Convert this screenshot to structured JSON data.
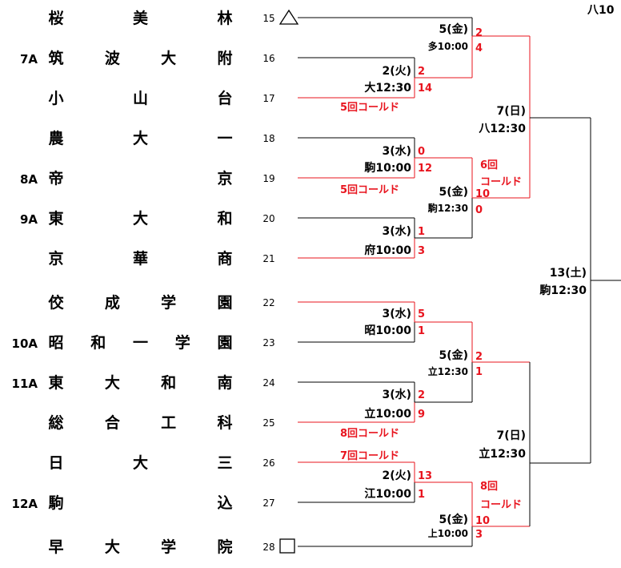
{
  "header": {
    "partial_title": "八10"
  },
  "teams": [
    {
      "seed": "",
      "chars": [
        "桜",
        "美",
        "林"
      ],
      "num": "15",
      "marker": "triangle"
    },
    {
      "seed": "7A",
      "chars": [
        "筑",
        "波",
        "大",
        "附"
      ],
      "num": "16",
      "marker": ""
    },
    {
      "seed": "",
      "chars": [
        "小",
        "山",
        "台"
      ],
      "num": "17",
      "marker": ""
    },
    {
      "seed": "",
      "chars": [
        "農",
        "大",
        "一"
      ],
      "num": "18",
      "marker": ""
    },
    {
      "seed": "8A",
      "chars": [
        "帝",
        "京"
      ],
      "num": "19",
      "marker": ""
    },
    {
      "seed": "9A",
      "chars": [
        "東",
        "大",
        "和"
      ],
      "num": "20",
      "marker": ""
    },
    {
      "seed": "",
      "chars": [
        "京",
        "華",
        "商"
      ],
      "num": "21",
      "marker": ""
    },
    {
      "seed": "",
      "chars": [
        "佼",
        "成",
        "学",
        "園"
      ],
      "num": "22",
      "marker": ""
    },
    {
      "seed": "10A",
      "chars": [
        "昭",
        "和",
        "一",
        "学",
        "園"
      ],
      "num": "23",
      "marker": ""
    },
    {
      "seed": "11A",
      "chars": [
        "東",
        "大",
        "和",
        "南"
      ],
      "num": "24",
      "marker": ""
    },
    {
      "seed": "",
      "chars": [
        "総",
        "合",
        "工",
        "科"
      ],
      "num": "25",
      "marker": ""
    },
    {
      "seed": "",
      "chars": [
        "日",
        "大",
        "三"
      ],
      "num": "26",
      "marker": ""
    },
    {
      "seed": "12A",
      "chars": [
        "駒",
        "込"
      ],
      "num": "27",
      "marker": ""
    },
    {
      "seed": "",
      "chars": [
        "早",
        "大",
        "学",
        "院"
      ],
      "num": "28",
      "marker": "square"
    }
  ],
  "r1": [
    {
      "date": "2(火)",
      "venue": "大12:30",
      "s1": "2",
      "s2": "14",
      "note": "5回コールド",
      "note_pos": "below"
    },
    {
      "date": "3(水)",
      "venue": "駒10:00",
      "s1": "0",
      "s2": "12",
      "note": "5回コールド",
      "note_pos": "below"
    },
    {
      "date": "3(水)",
      "venue": "府10:00",
      "s1": "1",
      "s2": "3",
      "note": "",
      "note_pos": ""
    },
    {
      "date": "3(水)",
      "venue": "昭10:00",
      "s1": "5",
      "s2": "1",
      "note": "",
      "note_pos": ""
    },
    {
      "date": "3(水)",
      "venue": "立10:00",
      "s1": "2",
      "s2": "9",
      "note": "8回コールド",
      "note_pos": "below"
    },
    {
      "date": "2(火)",
      "venue": "江10:00",
      "s1": "13",
      "s2": "1",
      "note": "7回コールド",
      "note_pos": "above"
    }
  ],
  "r2": [
    {
      "date": "5(金)",
      "venue": "多10:00",
      "s1": "2",
      "s2": "4",
      "note": ""
    },
    {
      "date": "5(金)",
      "venue": "駒12:30",
      "s1": "10",
      "s2": "0",
      "note": "6回 コールド"
    },
    {
      "date": "5(金)",
      "venue": "立12:30",
      "s1": "2",
      "s2": "1",
      "note": ""
    },
    {
      "date": "5(金)",
      "venue": "上10:00",
      "s1": "10",
      "s2": "3",
      "note": "8回 コールド"
    }
  ],
  "r3": [
    {
      "date": "7(日)",
      "venue": "八12:30"
    },
    {
      "date": "7(日)",
      "venue": "立12:30"
    }
  ],
  "r4": {
    "date": "13(土)",
    "venue": "駒12:30"
  }
}
